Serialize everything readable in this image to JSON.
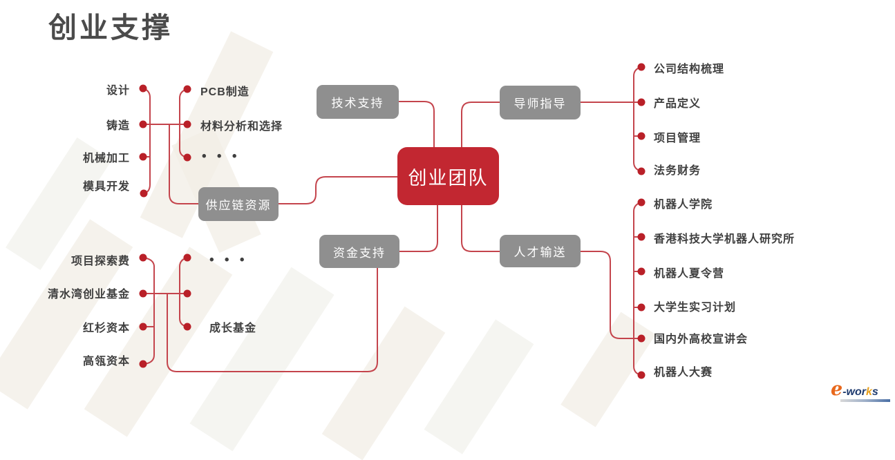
{
  "title": "创业支撑",
  "center_node": "创业团队",
  "branch_nodes": {
    "tech_support": "技术支持",
    "supply_chain": "供应链资源",
    "funding_support": "资金支持",
    "mentor_guidance": "导师指导",
    "talent_delivery": "人才输送"
  },
  "leaves": {
    "manufacturing": [
      "设计",
      "铸造",
      "机械加工",
      "模具开发"
    ],
    "manufacturing_sub": [
      "PCB制造",
      "材料分析和选择",
      "• • •"
    ],
    "funding": [
      "项目探索费",
      "清水湾创业基金",
      "红杉资本",
      "高瓴资本"
    ],
    "funding_sub": [
      "• • •",
      "成长基金"
    ],
    "mentoring": [
      "公司结构梳理",
      "产品定义",
      "项目管理",
      "法务财务"
    ],
    "talent": [
      "机器人学院",
      "香港科技大学机器人研究所",
      "机器人夏令营",
      "大学生实习计划",
      "国内外高校宣讲会",
      "机器人大赛"
    ]
  },
  "watermark": {
    "e": "e",
    "works_1": "-wor",
    "works_k": "k",
    "works_2": "s"
  },
  "colors": {
    "center_red": "#c22731",
    "dot_red": "#b92028",
    "line_red": "#c4444c",
    "branch_gray": "#8f8f8f",
    "leaf_text": "#3f3f3f",
    "title_text": "#4b4b4b"
  }
}
